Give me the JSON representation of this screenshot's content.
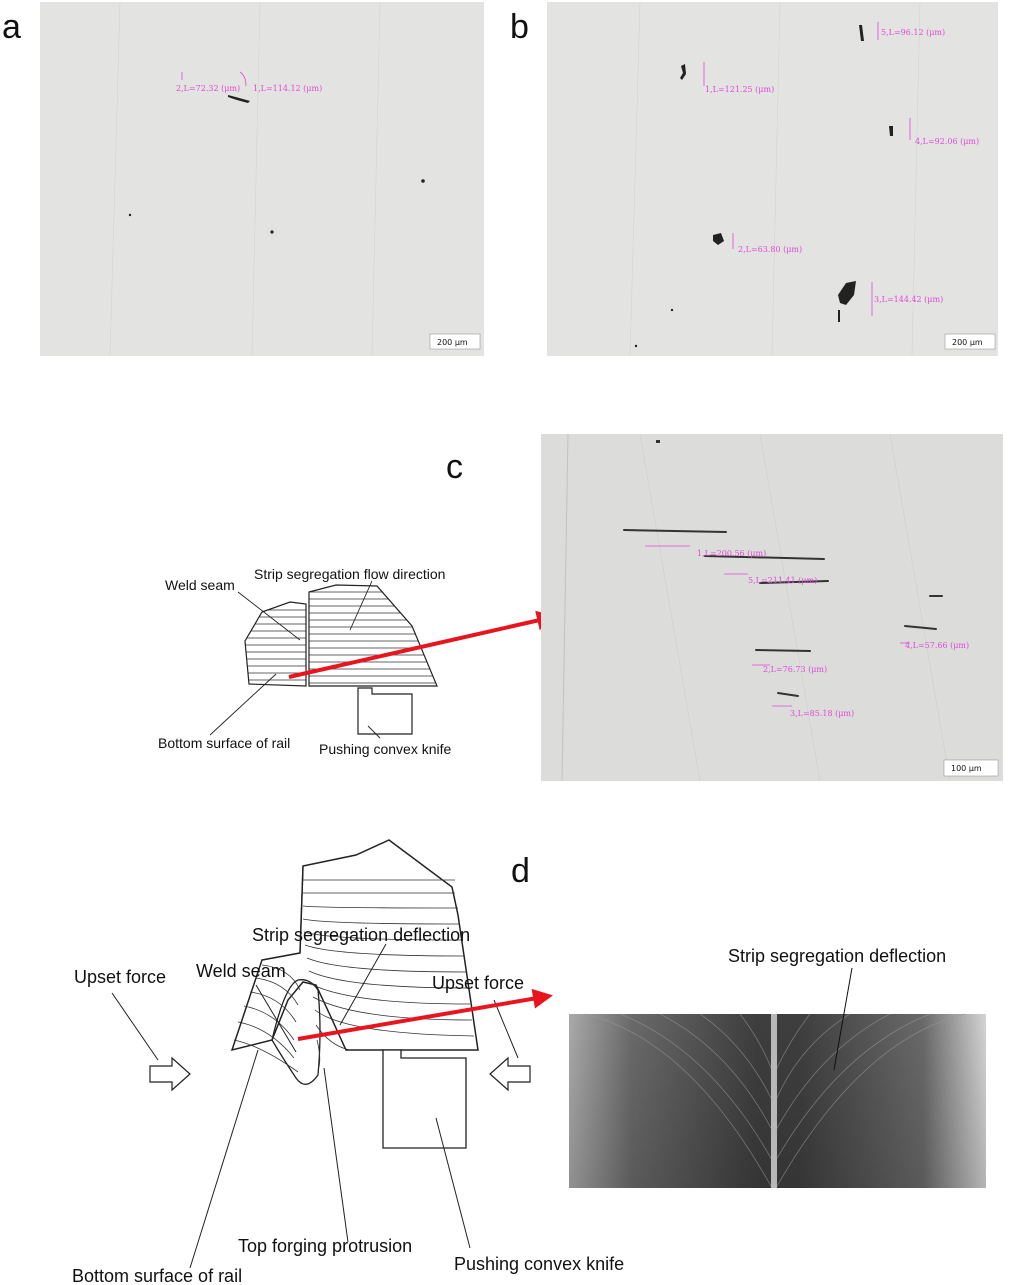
{
  "panels": {
    "a": {
      "letter": "a",
      "measurements": [
        "2,L=72.32 (μm)",
        "1,L=114.12 (μm)"
      ],
      "scale_bar": "200 μm"
    },
    "b": {
      "letter": "b",
      "measurements": [
        "5,L=96.12 (μm)",
        "1,L=121.25 (μm)",
        "4,L=92.06 (μm)",
        "2,L=63.80 (μm)",
        "3,L=144.42 (μm)"
      ],
      "scale_bar": "200 μm"
    },
    "c": {
      "letter": "c",
      "labels": {
        "weld_seam": "Weld seam",
        "flow_direction": "Strip segregation flow direction",
        "bottom_surface": "Bottom surface of rail",
        "pushing_knife": "Pushing convex knife"
      },
      "measurements": [
        "1,L=200.56 (μm)",
        "5,L=211.41 (μm)",
        "4,L=57.66 (μm)",
        "2,L=76.73 (μm)",
        "3,L=85.18 (μm)"
      ],
      "scale_bar": "100 μm"
    },
    "d": {
      "letter": "d",
      "labels": {
        "strip_deflection": "Strip segregation deflection",
        "weld_seam": "Weld seam",
        "upset_force_left": "Upset force",
        "upset_force_right": "Upset force",
        "top_forging": "Top forging protrusion",
        "bottom_surface": "Bottom surface of rail",
        "pushing_knife": "Pushing convex knife",
        "photo_label": "Strip segregation deflection"
      }
    }
  },
  "colors": {
    "arrow": "#e8141e",
    "measurement": "#e04ad8",
    "micrograph_bg": "#e3e3e1"
  }
}
